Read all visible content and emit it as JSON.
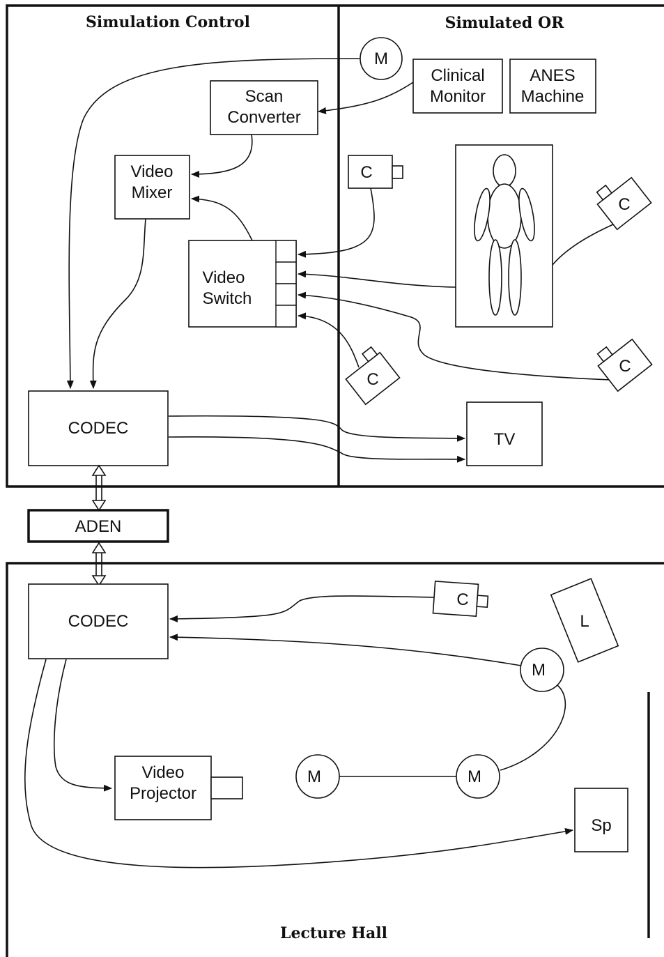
{
  "rooms": {
    "simulation_control": "Simulation Control",
    "simulated_or": "Simulated OR",
    "lecture_hall": "Lecture Hall"
  },
  "devices": {
    "scan_converter": [
      "Scan",
      "Converter"
    ],
    "clinical_monitor": [
      "Clinical",
      "Monitor"
    ],
    "anes_machine": [
      "ANES",
      "Machine"
    ],
    "video_mixer": [
      "Video",
      "Mixer"
    ],
    "video_switch": [
      "Video",
      "Switch"
    ],
    "codec": "CODEC",
    "tv": "TV",
    "aden": "ADEN",
    "video_projector": [
      "Video",
      "Projector"
    ],
    "speaker": "Sp",
    "light": "L",
    "camera": "C",
    "microphone": "M"
  }
}
